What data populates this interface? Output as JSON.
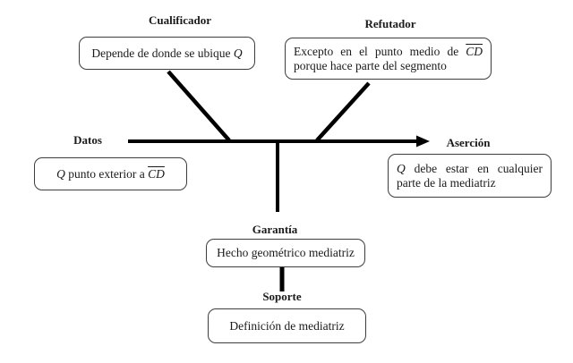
{
  "diagram": {
    "cualificador": {
      "label": "Cualificador",
      "text": "Depende de donde se ubique ",
      "variable": "Q"
    },
    "refutador": {
      "label": "Refutador",
      "line1": "Excepto en el punto medio de",
      "segment": "CD",
      "line2": "porque hace parte del segmento"
    },
    "datos": {
      "label": "Datos",
      "variable": "Q",
      "text": " punto exterior a ",
      "segment": "CD"
    },
    "asercion": {
      "label": "Aserción",
      "variable": "Q",
      "line1": " debe estar en cualquier",
      "line2": "parte de la mediatriz"
    },
    "garantia": {
      "label": "Garantía",
      "text": "Hecho geométrico mediatriz"
    },
    "soporte": {
      "label": "Soporte",
      "text": "Definición de mediatriz"
    },
    "line_color": "#000000"
  }
}
